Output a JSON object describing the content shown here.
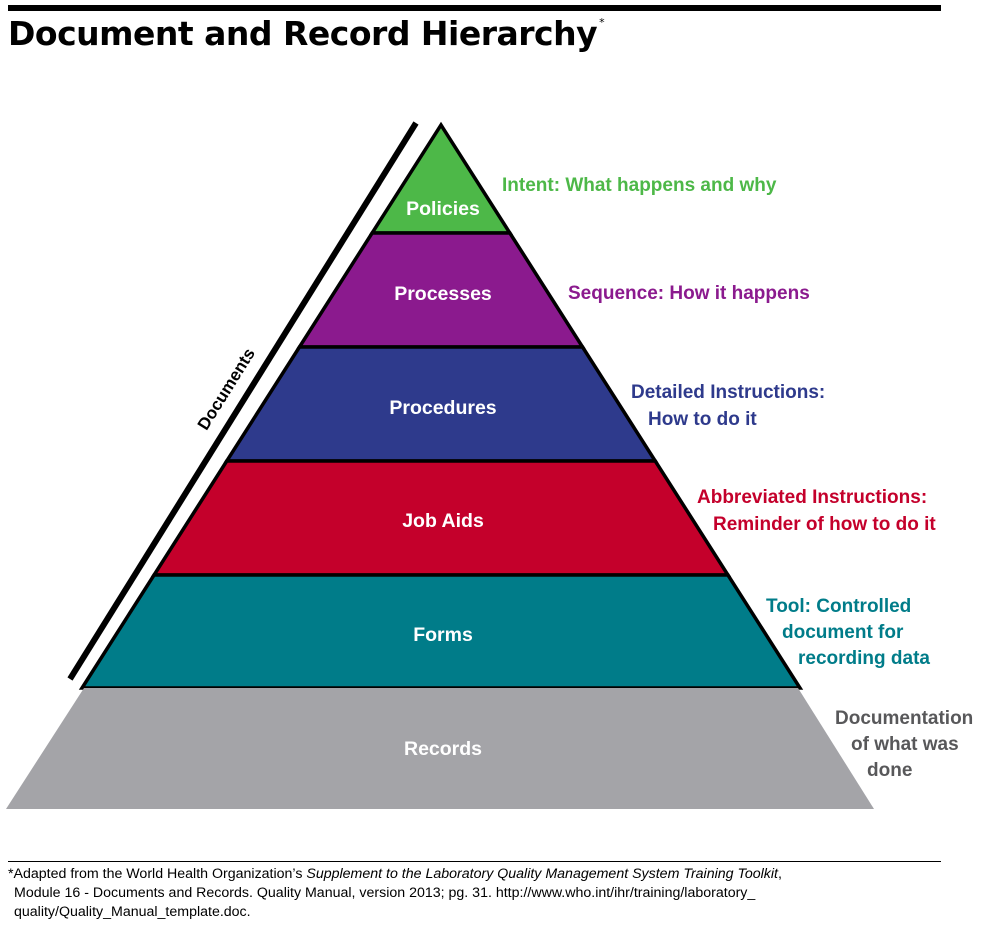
{
  "header": {
    "title": "Document and Record Hierarchy",
    "title_marker": "*"
  },
  "pyramid": {
    "side_label": "Documents",
    "tiers": [
      {
        "label": "Policies",
        "color": "#4db848",
        "text_color": "#ffffff",
        "desc_color": "#4db848",
        "desc": [
          "Intent: What happens and why"
        ]
      },
      {
        "label": "Processes",
        "color": "#8b1a8e",
        "text_color": "#ffffff",
        "desc_color": "#8b1a8e",
        "desc": [
          "Sequence: How it happens"
        ]
      },
      {
        "label": "Procedures",
        "color": "#2e3a8c",
        "text_color": "#ffffff",
        "desc_color": "#2e3a8c",
        "desc": [
          "Detailed Instructions:",
          "How to do it"
        ]
      },
      {
        "label": "Job Aids",
        "color": "#c4002b",
        "text_color": "#ffffff",
        "desc_color": "#c4002b",
        "desc": [
          "Abbreviated Instructions:",
          "Reminder of how to do it"
        ]
      },
      {
        "label": "Forms",
        "color": "#007c89",
        "text_color": "#ffffff",
        "desc_color": "#007c89",
        "desc": [
          "Tool: Controlled",
          "document for",
          "recording data"
        ]
      },
      {
        "label": "Records",
        "color": "#a4a4a8",
        "text_color": "#ffffff",
        "desc_color": "#58585a",
        "desc": [
          "Documentation",
          "of what was",
          "done"
        ]
      }
    ]
  },
  "footnote": {
    "prefix": "*Adapted from the World Health Organization’s ",
    "italic_title": "Supplement to the Laboratory Quality Management System Training Toolkit",
    "suffix_line1": ",",
    "line2": "Module 16 - Documents and Records. Quality Manual, version 2013; pg. 31. http://www.who.int/ihr/training/laboratory_",
    "line3": "quality/Quality_Manual_template.doc."
  }
}
